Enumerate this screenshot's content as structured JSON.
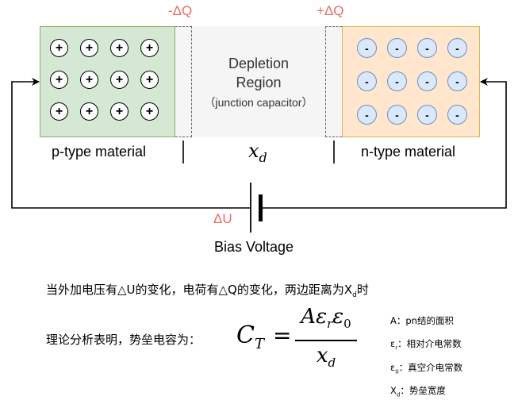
{
  "diagram": {
    "charge_left": "-ΔQ",
    "charge_right": "+ΔQ",
    "p_region": {
      "label": "p-type material",
      "ion_symbol": "+",
      "rows": 3,
      "cols": 4
    },
    "n_region": {
      "label": "n-type material",
      "ion_symbol": "-",
      "rows": 3,
      "cols": 4
    },
    "depletion": {
      "title_line1": "Depletion",
      "title_line2": "Region",
      "subtitle": "（junction capacitor）"
    },
    "width_label": {
      "base": "x",
      "sub": "d"
    },
    "voltage_delta": "ΔU",
    "battery_label": "Bias Voltage"
  },
  "explanation": {
    "sentence1_a": "当外加电压有△U的变化，电荷有△Q的变化，两边距离为X",
    "sentence1_sub": "d",
    "sentence1_b": "时",
    "sentence2": "理论分析表明，势垒电容为：",
    "formula": {
      "lhs_base": "C",
      "lhs_sub": "T",
      "equals": "=",
      "num_A": "A",
      "num_eps": "ε",
      "num_r": "r",
      "num_eps2": "ε",
      "num_0": "0",
      "den_base": "x",
      "den_sub": "d"
    }
  },
  "legend": [
    {
      "sym": "A",
      "sub": "",
      "desc": "：pn结的面积"
    },
    {
      "sym": "ε",
      "sub": "r",
      "desc": "：相对介电常数"
    },
    {
      "sym": "ε",
      "sub": "0",
      "desc": "：真空介电常数"
    },
    {
      "sym": "X",
      "sub": "d",
      "desc": "：势垒宽度"
    }
  ],
  "colors": {
    "p_fill": "#d5e8d4",
    "p_stroke": "#82b366",
    "n_fill": "#ffe6cc",
    "n_stroke": "#d6b656",
    "electron_fill": "#dae8fc",
    "electron_stroke": "#6c8ebf",
    "depletion_fill": "#f5f5f5",
    "delta_color": "#ea6b66"
  }
}
